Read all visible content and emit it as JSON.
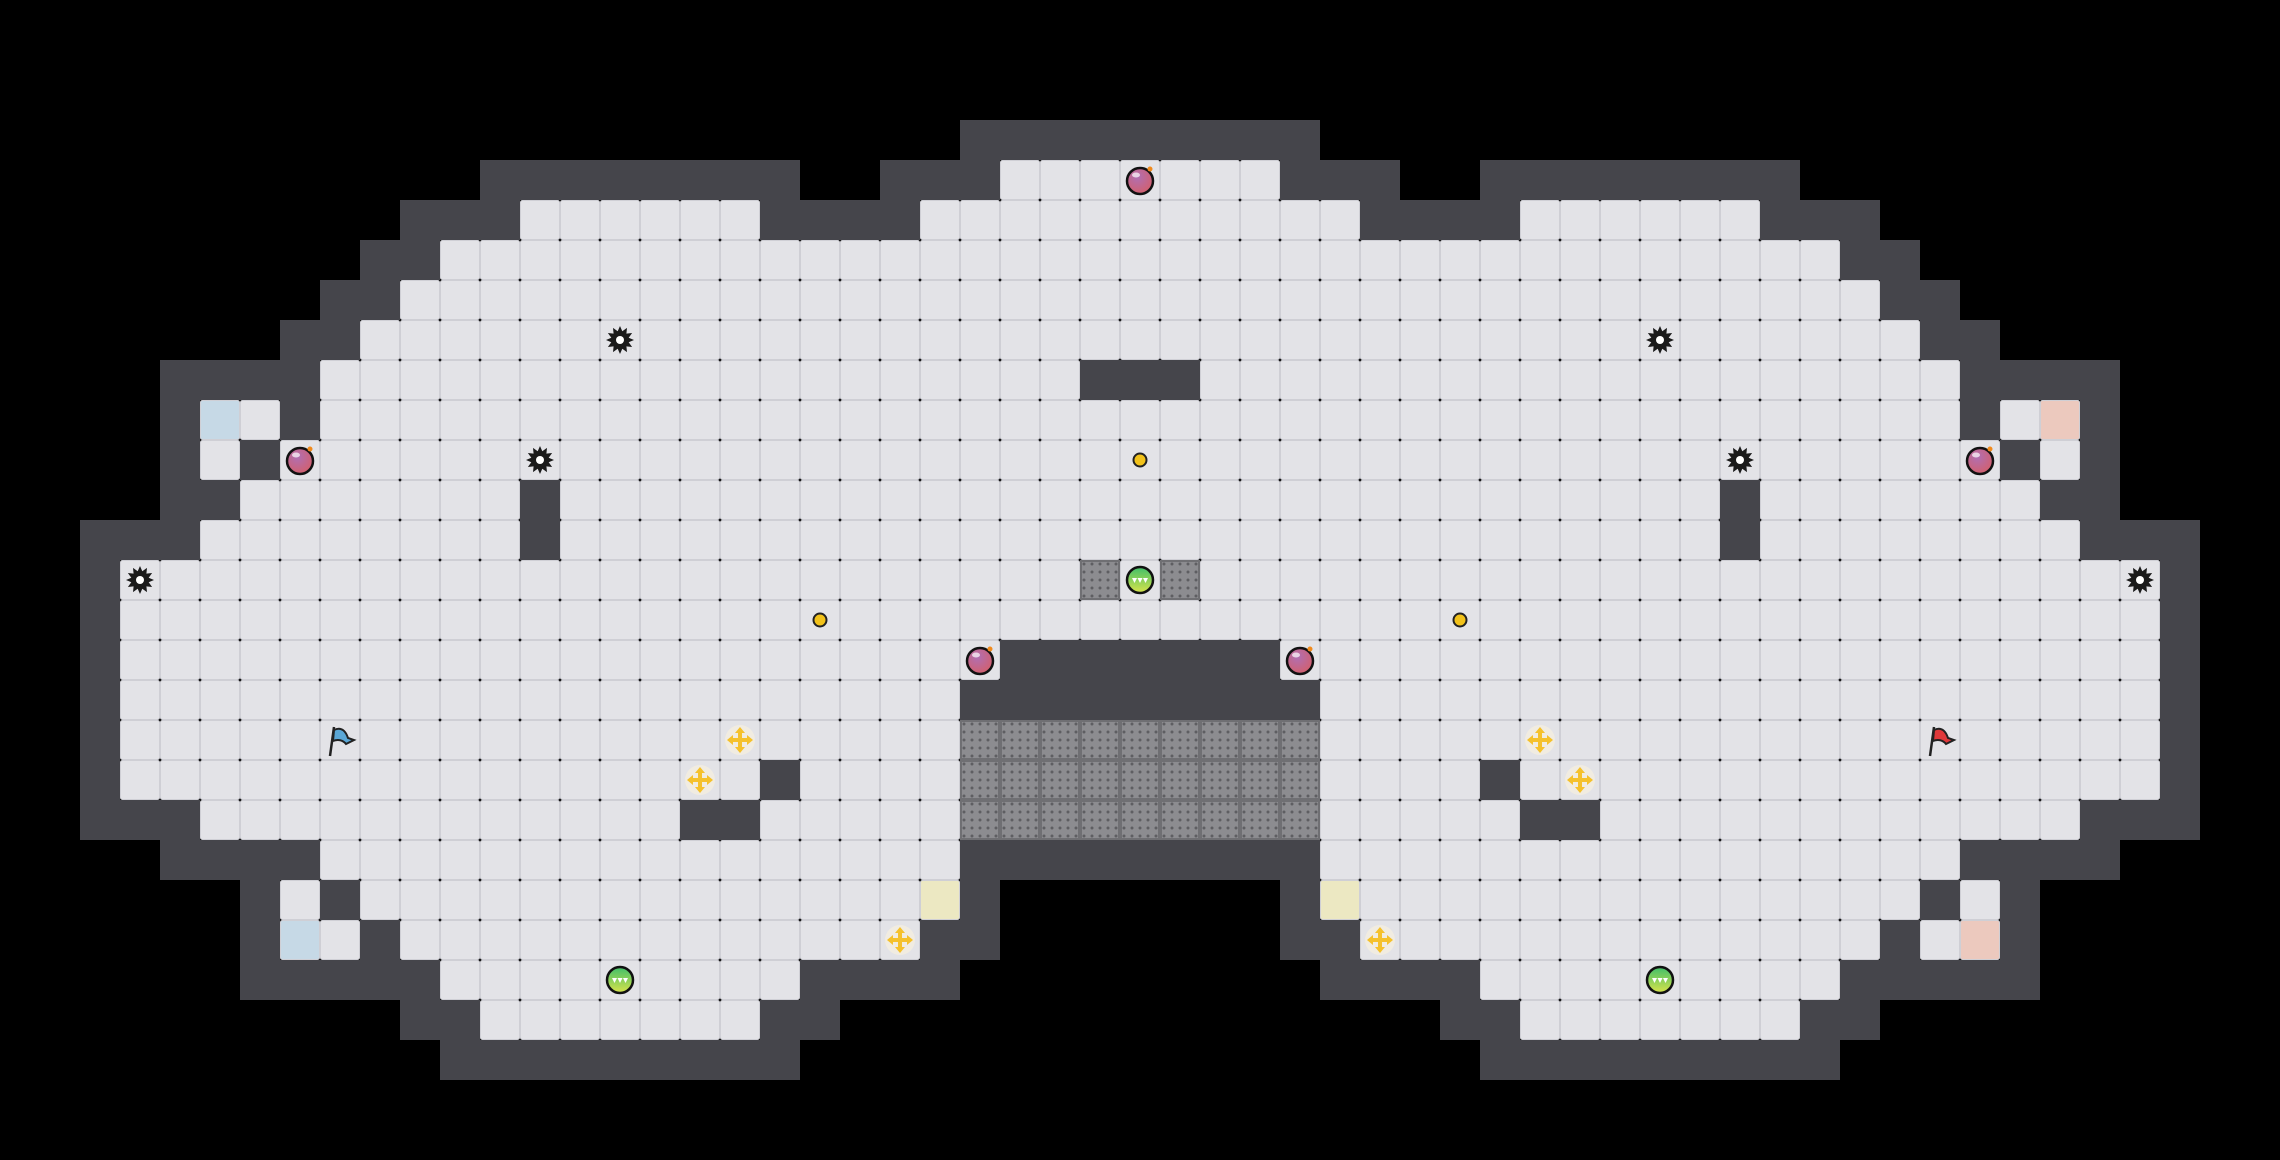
{
  "game": {
    "view": "map-overview",
    "teams": [
      "blue",
      "red"
    ]
  },
  "palette": {
    "background": "#000000",
    "wall": "#45454b",
    "wall_edge": "#2e2e33",
    "floor": "#e3e3e7",
    "floor_line": "#cfcfd5",
    "grate": "#8a8a8e",
    "blue_zone": "#c6d9e6",
    "red_zone": "#ecc9be",
    "yellow_zone": "#ece8c2",
    "bomb": "#8d4a8f",
    "spike": "#1a1a1a",
    "powerup": "#f2c21a",
    "booster": "#f5c12c",
    "team_booster": "#6cc35a",
    "blue_flag": "#5aa7d6",
    "red_flag": "#e0383a"
  },
  "entity_types": [
    "bomb",
    "spike",
    "powerup",
    "booster",
    "team-booster",
    "flag",
    "gate",
    "endzone"
  ]
}
